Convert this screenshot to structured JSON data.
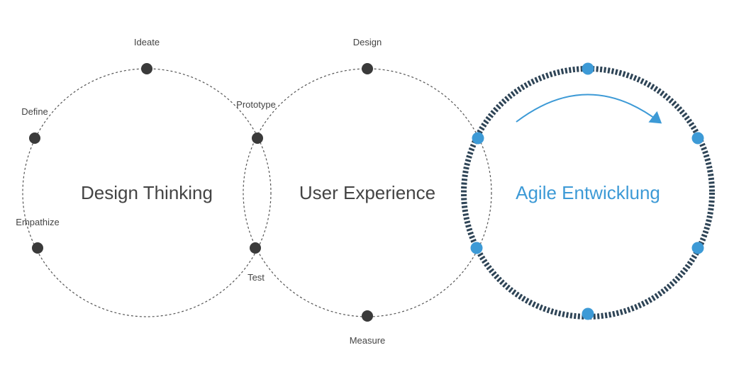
{
  "colors": {
    "dark": "#3a3a3a",
    "accent": "#3d9ad6",
    "agile_ring": "#2e4456",
    "outline": "#555555"
  },
  "circles": {
    "design_thinking": {
      "title": "Design Thinking",
      "labels": {
        "ideate": "Ideate",
        "define": "Define",
        "empathize": "Empathize"
      }
    },
    "user_experience": {
      "title": "User Experience",
      "labels": {
        "design": "Design",
        "prototype": "Prototype",
        "test": "Test",
        "measure": "Measure"
      }
    },
    "agile": {
      "title": "Agile Entwicklung",
      "direction_icon": "clockwise-arrow-icon"
    }
  }
}
